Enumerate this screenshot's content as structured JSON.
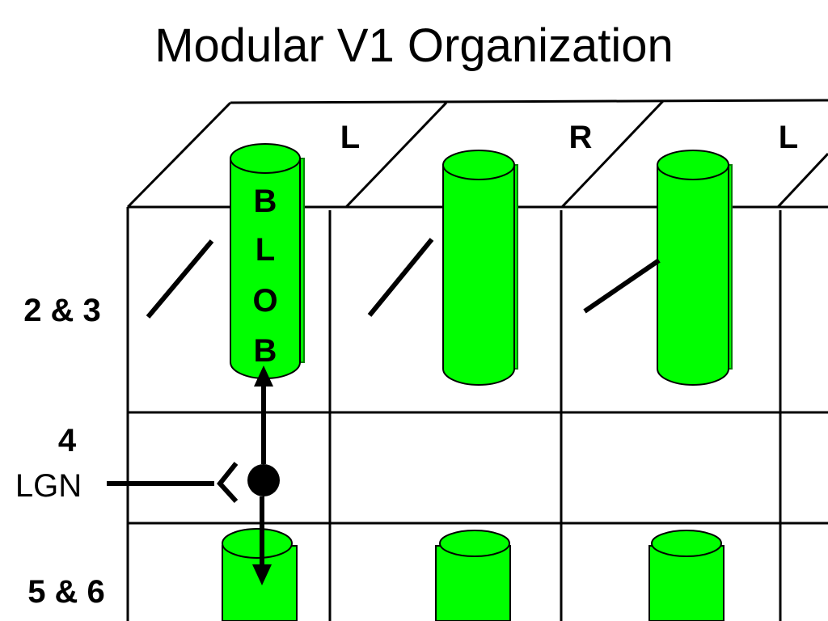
{
  "title": "Modular V1 Organization",
  "column_labels": [
    "L",
    "R",
    "L"
  ],
  "layer_labels": {
    "upper": "2 & 3",
    "middle_number": "4",
    "middle_input": "LGN",
    "lower": "5 & 6"
  },
  "blob_letters": [
    "B",
    "L",
    "O",
    "B"
  ],
  "colors": {
    "cylinder_fill": "#00ff00",
    "cylinder_stroke": "#0a7a0a",
    "lines": "#000000",
    "background": "#ffffff"
  }
}
